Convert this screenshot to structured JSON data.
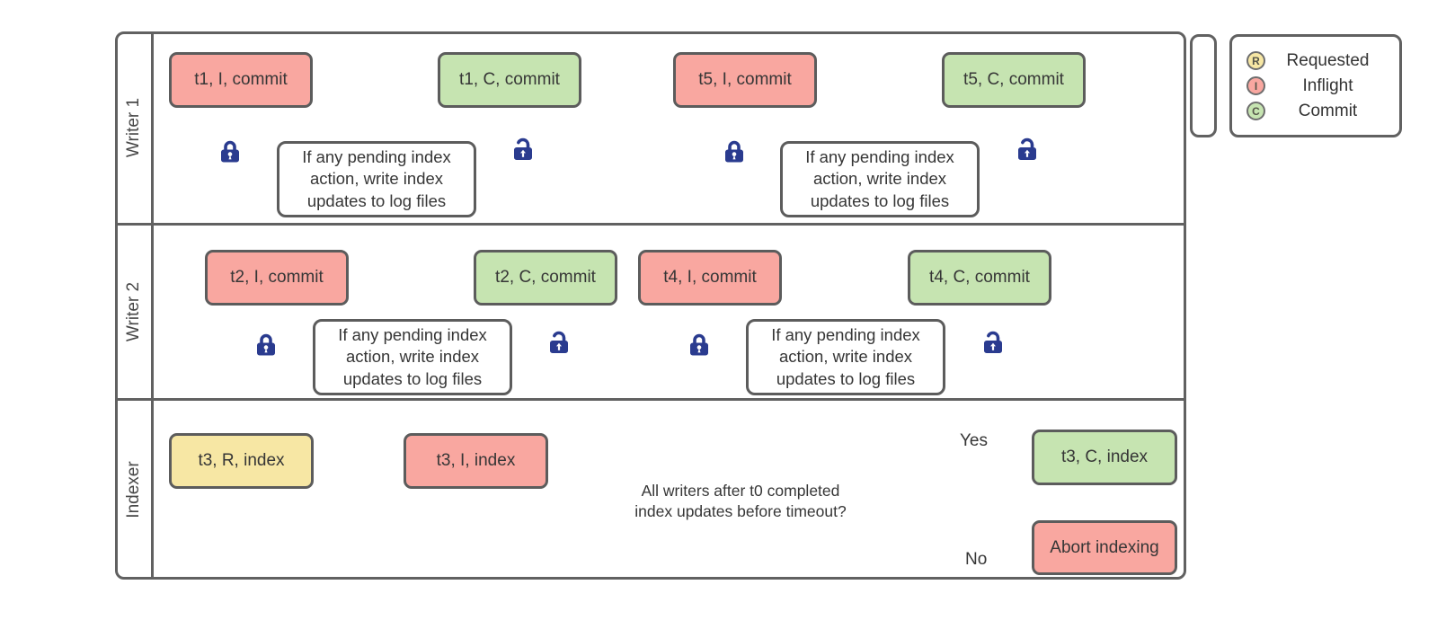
{
  "lanes": [
    {
      "label": "Writer 1"
    },
    {
      "label": "Writer 2"
    },
    {
      "label": "Indexer"
    }
  ],
  "nodes": {
    "t1_inflight": "t1, I, commit",
    "t1_commit": "t1, C, commit",
    "t5_inflight": "t5, I, commit",
    "t5_commit": "t5, C, commit",
    "t2_inflight": "t2, I, commit",
    "t2_commit": "t2, C, commit",
    "t4_inflight": "t4, I, commit",
    "t4_commit": "t4, C, commit",
    "t3_requested": "t3, R, index",
    "t3_inflight": "t3, I, index",
    "t3_commit": "t3, C, index",
    "abort": "Abort indexing"
  },
  "process_note": "If any pending index action, write index updates to log files",
  "decision": {
    "question": "All writers after t0 completed index updates before timeout?",
    "yes_label": "Yes",
    "no_label": "No"
  },
  "legend": {
    "items": [
      {
        "letter": "R",
        "label": "Requested",
        "color": "#F7E7A4"
      },
      {
        "letter": "I",
        "label": "Inflight",
        "color": "#F9A7A0"
      },
      {
        "letter": "C",
        "label": "Commit",
        "color": "#C6E4B1"
      }
    ]
  },
  "colors": {
    "inflight": "#F9A7A0",
    "commit": "#C6E4B1",
    "requested": "#F7E7A4",
    "lock": "#2A3B8F",
    "line": "#666666",
    "border": "#5c5c5c"
  }
}
